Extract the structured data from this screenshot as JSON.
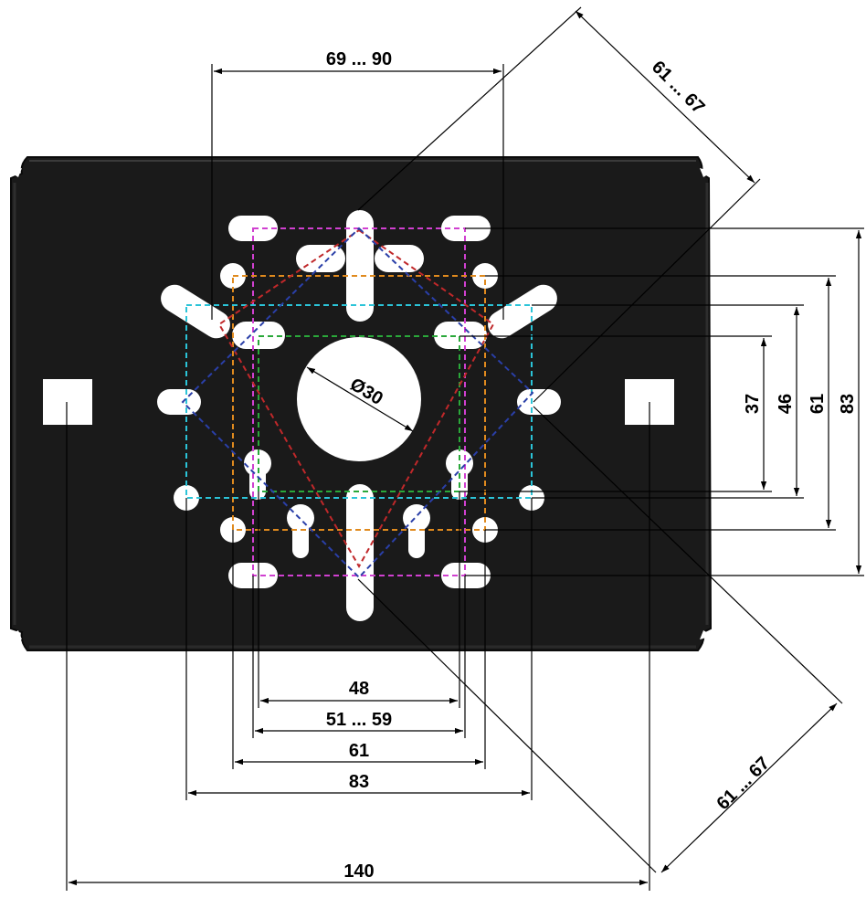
{
  "colors": {
    "plate": "#1a1a1a",
    "plate_edge": "#0a0a0a",
    "hole": "#ffffff",
    "dimension_line": "#000000",
    "guide_magenta": "#d040d0",
    "guide_orange": "#e08a1e",
    "guide_cyan": "#2bc4d8",
    "guide_green": "#2aa83a",
    "guide_red": "#c0282a",
    "guide_blue": "#2a3fa8"
  },
  "dimensions": {
    "top_width": "69 ... 90",
    "diagonal_upper": "61 ... 67",
    "diagonal_lower": "61 ... 67",
    "center_hole": "Ø30",
    "right_37": "37",
    "right_46": "46",
    "right_61": "61",
    "right_83": "83",
    "bottom_48": "48",
    "bottom_51_59": "51 ... 59",
    "bottom_61": "61",
    "bottom_83": "83",
    "bottom_140": "140"
  },
  "icons": {
    "corner_notch": "notch-icon",
    "square_hole": "square-hole-icon",
    "keyhole_slot": "keyhole-icon"
  }
}
